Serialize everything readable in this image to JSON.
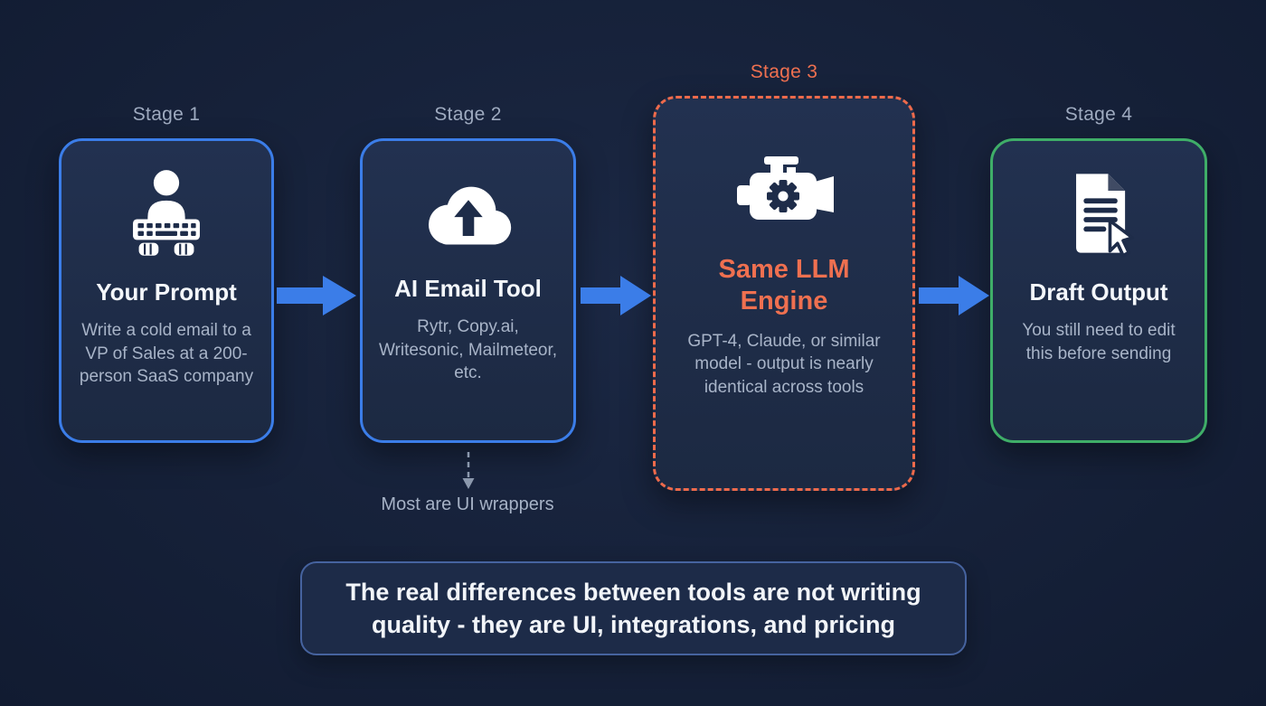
{
  "stages": [
    {
      "label": "Stage 1",
      "title": "Your Prompt",
      "description": "Write a cold email to a VP of Sales at a 200-person SaaS company",
      "icon": "person-typing-icon",
      "accent_color": "#3b7de8"
    },
    {
      "label": "Stage 2",
      "title": "AI Email Tool",
      "description": "Rytr, Copy.ai, Writesonic, Mailmeteor, etc.",
      "icon": "cloud-upload-icon",
      "accent_color": "#3b7de8",
      "note": "Most are UI wrappers"
    },
    {
      "label": "Stage 3",
      "title": "Same LLM Engine",
      "description": "GPT-4, Claude, or similar model - output is nearly identical across tools",
      "icon": "engine-gear-icon",
      "accent_color": "#ee6a4b"
    },
    {
      "label": "Stage 4",
      "title": "Draft Output",
      "description": "You still need to edit this before sending",
      "icon": "document-cursor-icon",
      "accent_color": "#3fae68"
    }
  ],
  "footnote": "Most are UI wrappers",
  "callout": "The real differences between tools are not writing quality - they are UI, integrations, and pricing",
  "colors": {
    "background": "#162139",
    "card_fill": "#202e4d",
    "arrow_blue": "#3b7de8",
    "accent_orange": "#ee6a4b",
    "accent_green": "#3fae68",
    "muted_text": "#a8b4c8"
  }
}
